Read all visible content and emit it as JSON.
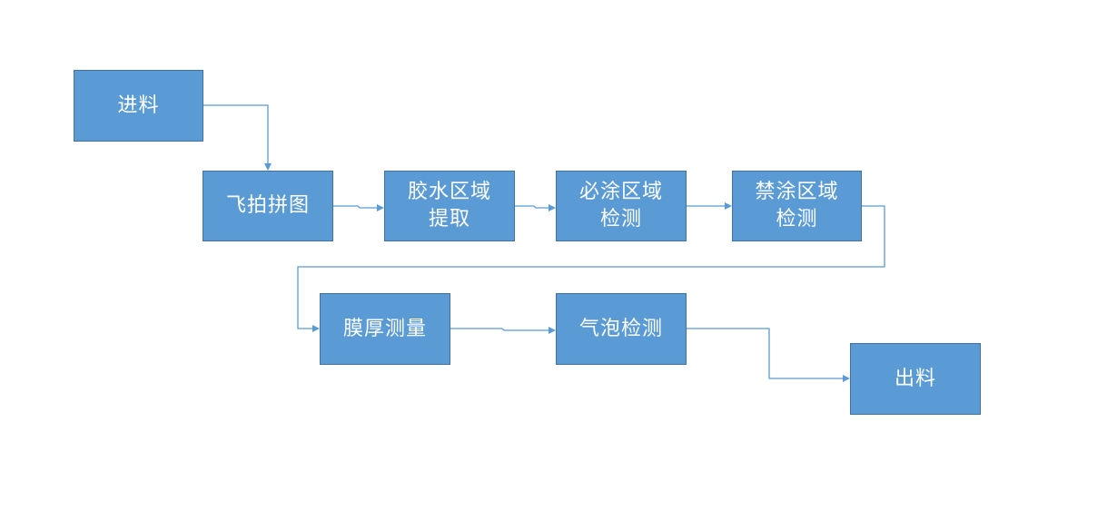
{
  "diagram": {
    "nodes": [
      {
        "id": "intake",
        "label": "进料"
      },
      {
        "id": "fly",
        "label": "飞拍拼图"
      },
      {
        "id": "glue",
        "label": "胶水区域\n提取"
      },
      {
        "id": "must",
        "label": "必涂区域\n检测"
      },
      {
        "id": "forbid",
        "label": "禁涂区域\n检测"
      },
      {
        "id": "film",
        "label": "膜厚测量"
      },
      {
        "id": "bubble",
        "label": "气泡检测"
      },
      {
        "id": "out",
        "label": "出料"
      }
    ],
    "edges": [
      {
        "from": "intake",
        "to": "fly"
      },
      {
        "from": "fly",
        "to": "glue"
      },
      {
        "from": "glue",
        "to": "must"
      },
      {
        "from": "must",
        "to": "forbid"
      },
      {
        "from": "forbid",
        "to": "film"
      },
      {
        "from": "film",
        "to": "bubble"
      },
      {
        "from": "bubble",
        "to": "out"
      }
    ],
    "colors": {
      "node_fill": "#5b9bd5",
      "node_border": "#41719c",
      "node_text": "#ffffff",
      "connector": "#5b9bd5"
    }
  }
}
